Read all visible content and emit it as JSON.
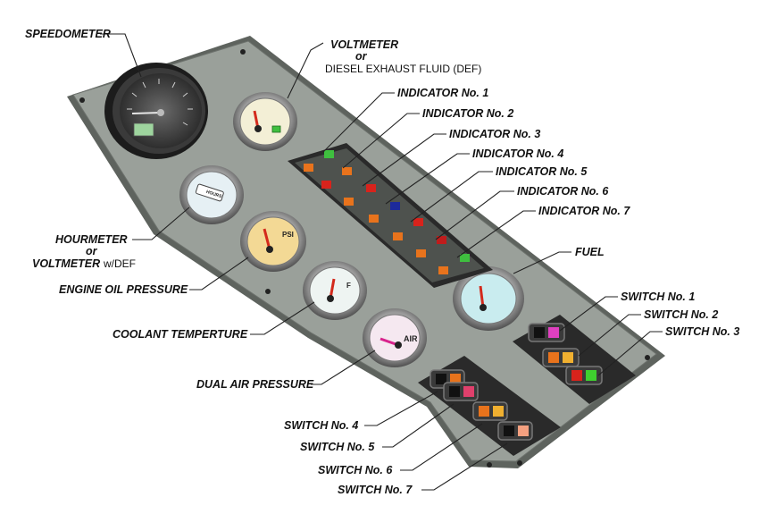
{
  "colors": {
    "panel": "#9aa09a",
    "panel_edge": "#5e635e",
    "bezel": "#2b2b2b",
    "indicator_orange": "#e8731c",
    "indicator_red": "#d8231c",
    "indicator_blue": "#1c2a9c",
    "indicator_green": "#3fbf3f",
    "switch_magenta": "#e040c0",
    "switch_green": "#3fcf2f",
    "switch_yellow": "#f0b030",
    "switch_peach": "#f4a080"
  },
  "labels": {
    "speedometer": "SPEEDOMETER",
    "voltmeter_line1": "VOLTMETER",
    "voltmeter_line2": "or",
    "voltmeter_line3": "DIESEL EXHAUST FLUID (DEF)",
    "indicator_1": "INDICATOR No. 1",
    "indicator_2": "INDICATOR No. 2",
    "indicator_3": "INDICATOR No. 3",
    "indicator_4": "INDICATOR No. 4",
    "indicator_5": "INDICATOR No. 5",
    "indicator_6": "INDICATOR No. 6",
    "indicator_7": "INDICATOR No. 7",
    "hourmeter_line1": "HOURMETER",
    "hourmeter_line2": "or",
    "hourmeter_line3a": "VOLTMETER",
    "hourmeter_line3b": "w/DEF",
    "engine_oil": "ENGINE OIL PRESSURE",
    "coolant": "COOLANT TEMPERTURE",
    "dual_air": "DUAL AIR PRESSURE",
    "fuel": "FUEL",
    "switch_1": "SWITCH No. 1",
    "switch_2": "SWITCH No. 2",
    "switch_3": "SWITCH No. 3",
    "switch_4": "SWITCH No. 4",
    "switch_5": "SWITCH No. 5",
    "switch_6": "SWITCH No. 6",
    "switch_7": "SWITCH No. 7"
  },
  "gauge_faces": {
    "hourmeter": "HOURS",
    "oil": "PSI",
    "air": "AIR",
    "coolant": "F"
  }
}
